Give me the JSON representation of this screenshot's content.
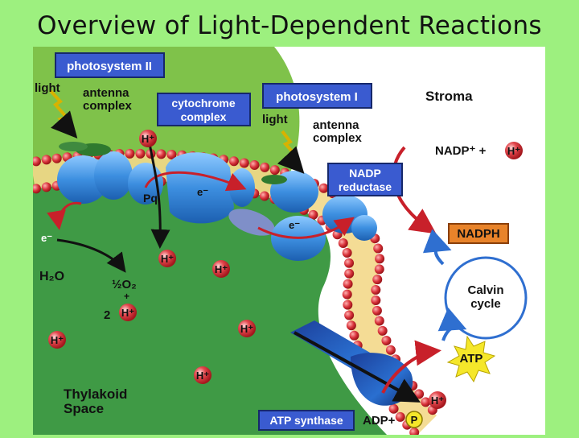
{
  "title": "Overview of Light-Dependent Reactions",
  "labels": {
    "photosystem_ii": "photosystem II",
    "photosystem_i": "photosystem I",
    "cytochrome_complex": [
      "cytochrome",
      "complex"
    ],
    "antenna_complex_left": [
      "antenna",
      "complex"
    ],
    "antenna_complex_right": [
      "antenna",
      "complex"
    ],
    "light_left": "light",
    "light_right": "light",
    "stroma": "Stroma",
    "nadp_reductase": [
      "NADP",
      "reductase"
    ],
    "nadp_plus": "NADP⁺ +",
    "nadph": "NADPH",
    "calvin_cycle": [
      "Calvin",
      "cycle"
    ],
    "atp": "ATP",
    "atp_synthase": "ATP synthase",
    "adp_plus": "ADP+",
    "p": "P",
    "pq": "Pq",
    "e_minus": "e⁻",
    "h_plus": "H⁺",
    "h2o": "H₂O",
    "half_o2": "½O₂",
    "plus": "+",
    "two": "2",
    "thylakoid_space": [
      "Thylakoid",
      "Space"
    ]
  },
  "colors": {
    "slide_bg": "#9df07f",
    "stroma": "#7fc24a",
    "thylakoid_space": "#3f9a45",
    "membrane_head": "#d8323a",
    "label_box": "#3a5bd0",
    "protein": "#3d8fe0",
    "nadph_box": "#e8832a"
  }
}
